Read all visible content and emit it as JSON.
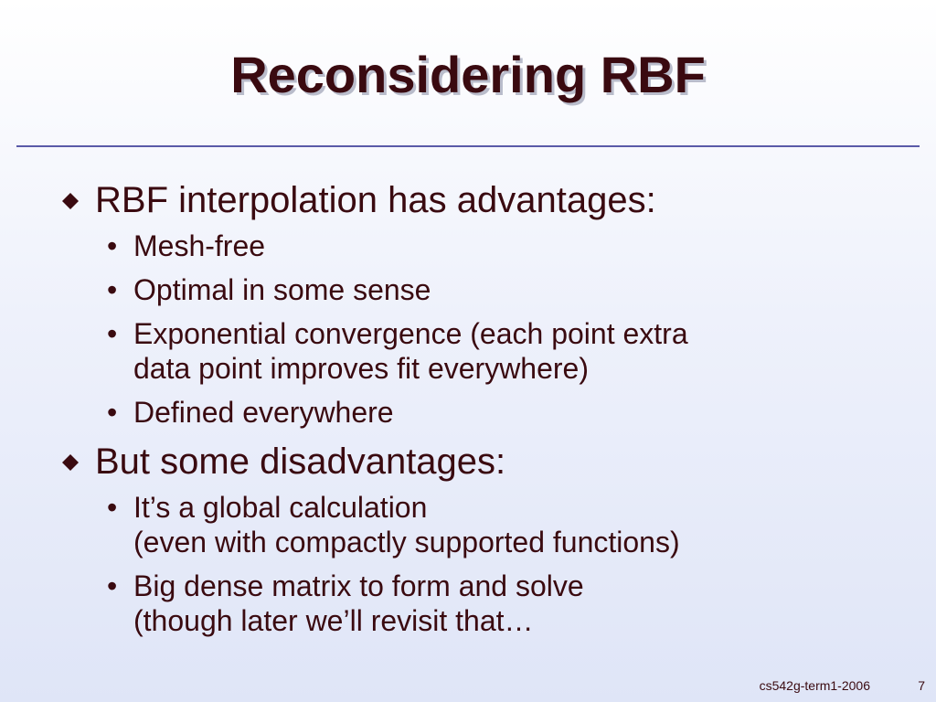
{
  "slide": {
    "title": "Reconsidering RBF",
    "sections": [
      {
        "heading": "RBF interpolation has advantages:",
        "items": [
          {
            "lines": [
              "Mesh-free"
            ]
          },
          {
            "lines": [
              "Optimal in some sense"
            ]
          },
          {
            "lines": [
              "Exponential convergence (each point extra",
              "data point improves fit everywhere)"
            ]
          },
          {
            "lines": [
              "Defined everywhere"
            ]
          }
        ]
      },
      {
        "heading": "But some disadvantages:",
        "items": [
          {
            "lines": [
              "It’s a global calculation",
              "(even with compactly supported functions)"
            ]
          },
          {
            "lines": [
              "Big dense matrix to form and solve",
              "(though later we’ll revisit that…"
            ]
          }
        ]
      }
    ]
  },
  "footer": {
    "course": "cs542g-term1-2006",
    "page": "7"
  },
  "colors": {
    "text": "#3a0a10",
    "rule": "#5a5aa8",
    "bullet_diamond": "#3a0a10"
  },
  "icons": {
    "level1_bullet": "diamond-bullet-icon",
    "level2_bullet": "dot-bullet-icon"
  }
}
